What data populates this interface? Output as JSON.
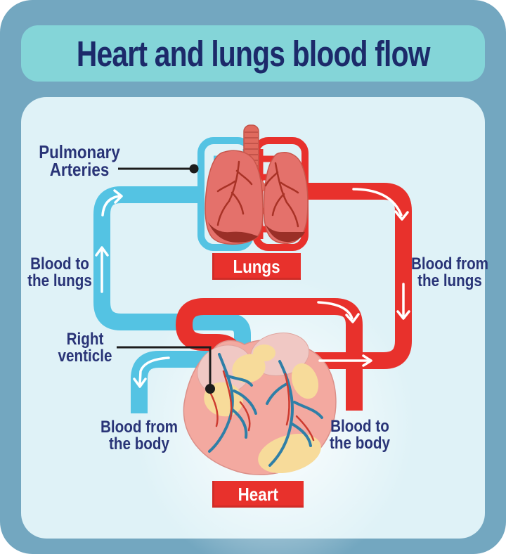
{
  "title": "Heart and lungs blood flow",
  "badges": {
    "lungs": "Lungs",
    "heart": "Heart"
  },
  "labels": {
    "pulmonary_arteries": {
      "line1": "Pulmonary",
      "line2": "Arteries"
    },
    "blood_to_lungs": {
      "line1": "Blood to",
      "line2": "the lungs"
    },
    "blood_from_lungs": {
      "line1": "Blood from",
      "line2": "the lungs"
    },
    "right_venticle": {
      "line1": "Right",
      "line2": "venticle"
    },
    "blood_from_body": {
      "line1": "Blood from",
      "line2": "the body"
    },
    "blood_to_body": {
      "line1": "Blood to",
      "line2": "the body"
    }
  },
  "colors": {
    "frame": "#73a7c0",
    "title_bar": "#84d5d8",
    "title_text": "#1c2a6a",
    "panel": "#dff2f7",
    "pipe_blue": "#54c3e3",
    "pipe_red": "#e8312c",
    "label_navy": "#293477",
    "badge_red": "#e8312c",
    "badge_text": "#ffffff",
    "pointer_black": "#1c1c1c",
    "lung_body": "#e4716b",
    "heart_body": "#f3a9a0"
  }
}
